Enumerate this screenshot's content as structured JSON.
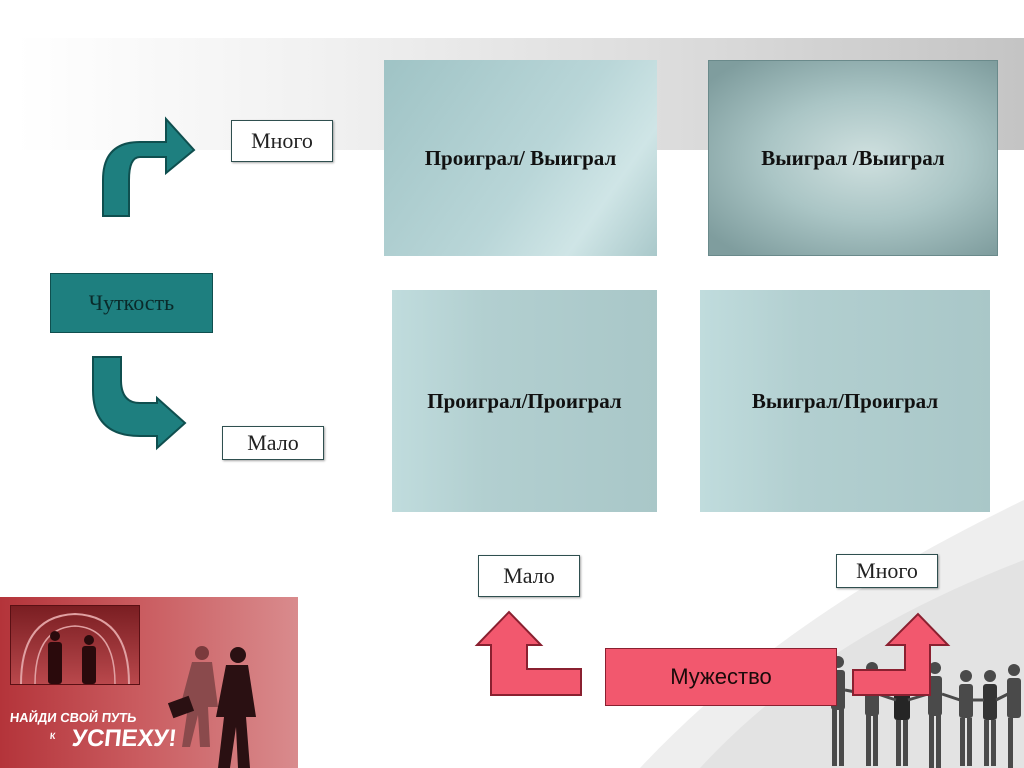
{
  "axis_y": {
    "title": "Чуткость",
    "high": "Много",
    "low": "Мало"
  },
  "axis_x": {
    "title": "Мужество",
    "low": "Мало",
    "high": "Много"
  },
  "quadrants": {
    "top_left": "Проиграл/ Выиграл",
    "top_right": "Выиграл /Выиграл",
    "bottom_left": "Проиграл/Проиграл",
    "bottom_right": "Выиграл/Проиграл"
  },
  "poster": {
    "line1": "НАЙДИ СВОЙ ПУТЬ",
    "line2": "К",
    "line3": "УСПЕХУ!"
  },
  "colors": {
    "teal": "#1e7f7f",
    "pink": "#f2586e"
  }
}
